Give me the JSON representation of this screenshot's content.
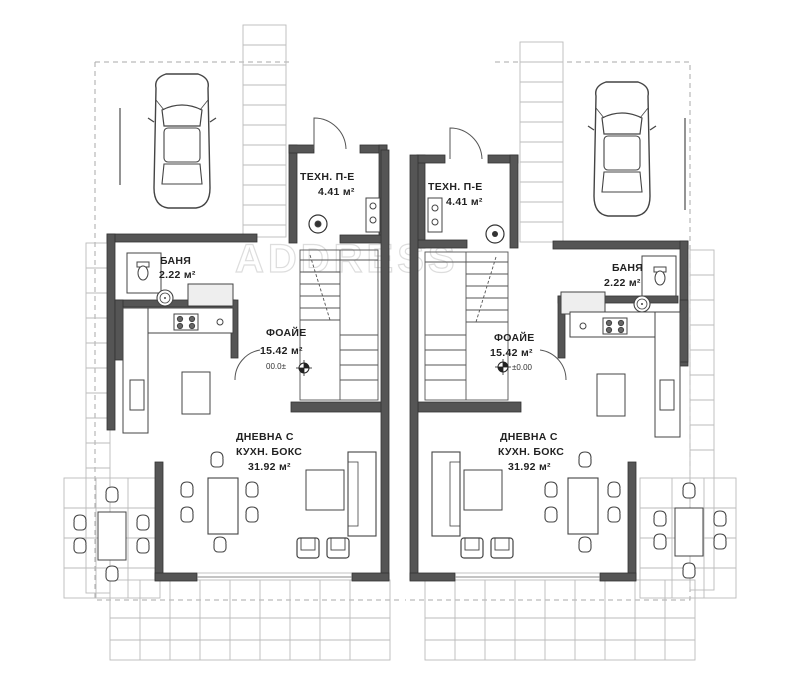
{
  "colors": {
    "wall": "#555555",
    "wall_stroke": "#333333",
    "paving": "#bbbbbb",
    "furniture": "#444444"
  },
  "watermark": "ADDRESS",
  "left_unit": {
    "tech_room": {
      "name": "ТЕХН. П-Е",
      "area": "4.41 м²"
    },
    "bathroom": {
      "name": "БАНЯ",
      "area": "2.22 м²"
    },
    "foyer": {
      "name": "ФОАЙЕ",
      "area": "15.42 м²",
      "level": "00.0±"
    },
    "living": {
      "name_line1": "ДНЕВНА С",
      "name_line2": "КУХН. БОКС",
      "area": "31.92 м²"
    }
  },
  "right_unit": {
    "tech_room": {
      "name": "ТЕХН. П-Е",
      "area": "4.41 м²"
    },
    "bathroom": {
      "name": "БАНЯ",
      "area": "2.22 м²"
    },
    "foyer": {
      "name": "ФОАЙЕ",
      "area": "15.42 м²",
      "level": "±0.00"
    },
    "living": {
      "name_line1": "ДНЕВНА С",
      "name_line2": "КУХН. БОКС",
      "area": "31.92 м²"
    }
  },
  "icons": [
    "car-icon",
    "level-marker-icon",
    "stove-icon",
    "toilet-icon",
    "sink-icon",
    "chair-icon",
    "sofa-icon"
  ]
}
